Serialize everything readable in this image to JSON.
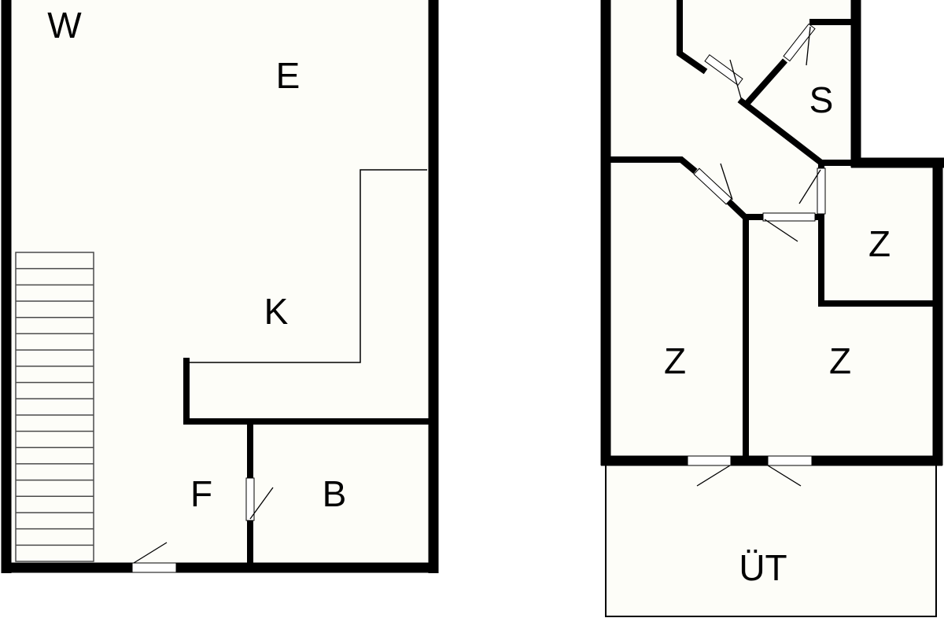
{
  "rooms": {
    "w": "W",
    "e": "E",
    "k": "K",
    "f": "F",
    "b": "B",
    "s": "S",
    "z1": "Z",
    "z2": "Z",
    "z3": "Z",
    "ut": "ÜT"
  },
  "colors": {
    "wall": "#000000",
    "floor": "#fdfdf8",
    "background": "#ffffff"
  }
}
